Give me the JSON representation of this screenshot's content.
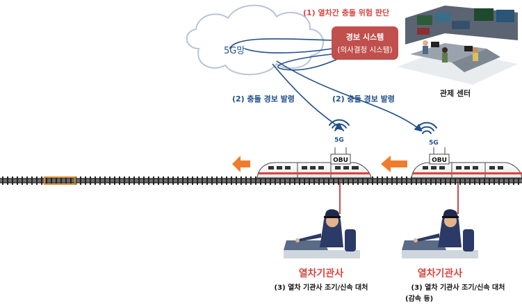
{
  "cloud_label": "5G망",
  "step1_label": "(1) 열차간 충돌 위험 판단",
  "alarm_box": {
    "title": "경보 시스템",
    "subtitle": "(의사결정 시스템)"
  },
  "control_center_label": "관제 센터",
  "step2_left": "(2) 충돌 경보 발령",
  "step2_right": "(2) 충돌 경보 발령",
  "signal_label_left": "5G",
  "signal_label_right": "5G",
  "obu_left": "OBU",
  "obu_right": "OBU",
  "driver_left": {
    "title": "열차기관사",
    "caption": "(3) 열차 기관사 조기/신속 대처"
  },
  "driver_right": {
    "title": "열차기관사",
    "caption": "(3) 열차 기관사 조기/신속 대처",
    "caption2": "(감속 등)"
  },
  "colors": {
    "alarm_red": "#c0504d",
    "label_red": "#d9453f",
    "arrow_blue": "#1f4e8c",
    "arrow_orange": "#f07c2b",
    "cloud_stroke": "#b8c4d6"
  }
}
